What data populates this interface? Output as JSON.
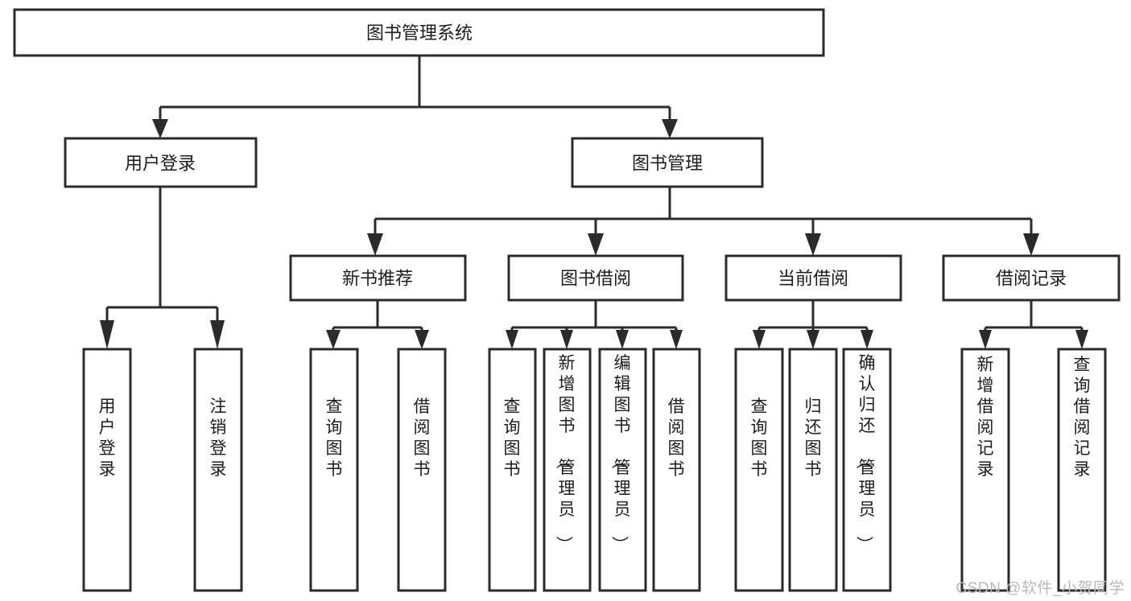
{
  "diagram": {
    "type": "tree-hierarchy",
    "title": "图书管理系统",
    "orientation": "top-down",
    "watermark": "CSDN @软件_小贺同学",
    "colors": {
      "stroke": "#2b2b2b",
      "fill": "#ffffff",
      "text": "#1c1c1c",
      "watermark": "#b9b9b9"
    },
    "levels": {
      "root": "图书管理系统",
      "level2": [
        "用户登录",
        "图书管理"
      ],
      "level3": [
        "新书推荐",
        "图书借阅",
        "当前借阅",
        "借阅记录"
      ]
    },
    "nodes": {
      "root": {
        "id": "root",
        "label": "图书管理系统",
        "level": 1,
        "orient": "horizontal"
      },
      "n_user_login": {
        "id": "n_user_login",
        "label": "用户登录",
        "level": 2,
        "orient": "horizontal"
      },
      "n_book_manage": {
        "id": "n_book_manage",
        "label": "图书管理",
        "level": 2,
        "orient": "horizontal"
      },
      "n_new_book": {
        "id": "n_new_book",
        "label": "新书推荐",
        "level": 3,
        "orient": "horizontal"
      },
      "n_borrow": {
        "id": "n_borrow",
        "label": "图书借阅",
        "level": 3,
        "orient": "horizontal"
      },
      "n_current": {
        "id": "n_current",
        "label": "当前借阅",
        "level": 3,
        "orient": "horizontal"
      },
      "n_record": {
        "id": "n_record",
        "label": "借阅记录",
        "level": 3,
        "orient": "horizontal"
      },
      "l_user_login": {
        "id": "l_user_login",
        "label": "用户登录",
        "level": 4,
        "orient": "vertical"
      },
      "l_user_logout": {
        "id": "l_user_logout",
        "label": "注销登录",
        "level": 4,
        "orient": "vertical"
      },
      "l_nb_query": {
        "id": "l_nb_query",
        "label": "查询图书",
        "level": 4,
        "orient": "vertical"
      },
      "l_nb_borrow": {
        "id": "l_nb_borrow",
        "label": "借阅图书",
        "level": 4,
        "orient": "vertical"
      },
      "l_bo_query": {
        "id": "l_bo_query",
        "label": "查询图书",
        "level": 4,
        "orient": "vertical"
      },
      "l_bo_add": {
        "id": "l_bo_add",
        "label": "新增图书（管理员）",
        "level": 4,
        "orient": "vertical"
      },
      "l_bo_edit": {
        "id": "l_bo_edit",
        "label": "编辑图书（管理员）",
        "level": 4,
        "orient": "vertical"
      },
      "l_bo_borrow": {
        "id": "l_bo_borrow",
        "label": "借阅图书",
        "level": 4,
        "orient": "vertical"
      },
      "l_cu_query": {
        "id": "l_cu_query",
        "label": "查询图书",
        "level": 4,
        "orient": "vertical"
      },
      "l_cu_return": {
        "id": "l_cu_return",
        "label": "归还图书",
        "level": 4,
        "orient": "vertical"
      },
      "l_cu_confirm": {
        "id": "l_cu_confirm",
        "label": "确认归还（管理员）",
        "level": 4,
        "orient": "vertical"
      },
      "l_re_add": {
        "id": "l_re_add",
        "label": "新增借阅记录",
        "level": 4,
        "orient": "vertical"
      },
      "l_re_query": {
        "id": "l_re_query",
        "label": "查询借阅记录",
        "level": 4,
        "orient": "vertical"
      }
    },
    "edges": [
      {
        "from": "root",
        "to": "n_user_login"
      },
      {
        "from": "root",
        "to": "n_book_manage"
      },
      {
        "from": "n_user_login",
        "to": "l_user_login"
      },
      {
        "from": "n_user_login",
        "to": "l_user_logout"
      },
      {
        "from": "n_book_manage",
        "to": "n_new_book"
      },
      {
        "from": "n_book_manage",
        "to": "n_borrow"
      },
      {
        "from": "n_book_manage",
        "to": "n_current"
      },
      {
        "from": "n_book_manage",
        "to": "n_record"
      },
      {
        "from": "n_new_book",
        "to": "l_nb_query"
      },
      {
        "from": "n_new_book",
        "to": "l_nb_borrow"
      },
      {
        "from": "n_borrow",
        "to": "l_bo_query"
      },
      {
        "from": "n_borrow",
        "to": "l_bo_add"
      },
      {
        "from": "n_borrow",
        "to": "l_bo_edit"
      },
      {
        "from": "n_borrow",
        "to": "l_bo_borrow"
      },
      {
        "from": "n_current",
        "to": "l_cu_query"
      },
      {
        "from": "n_current",
        "to": "l_cu_return"
      },
      {
        "from": "n_current",
        "to": "l_cu_confirm"
      },
      {
        "from": "n_record",
        "to": "l_re_add"
      },
      {
        "from": "n_record",
        "to": "l_re_query"
      }
    ]
  }
}
